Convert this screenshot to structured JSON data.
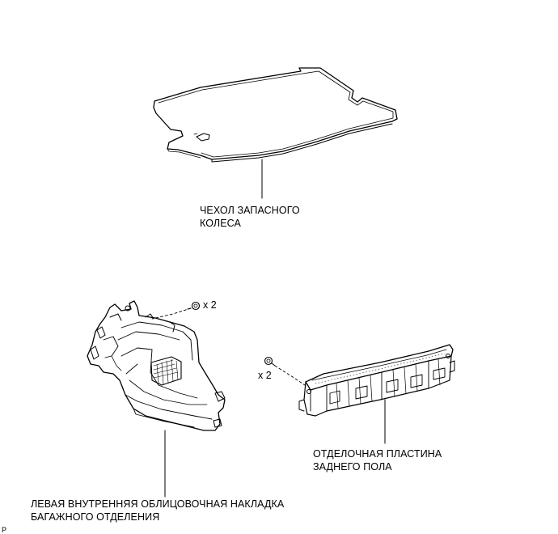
{
  "parts": {
    "spare_wheel_cover": {
      "line1": "ЧЕХОЛ ЗАПАСНОГО",
      "line2": "КОЛЕСА"
    },
    "left_luggage_trim": {
      "line1": "ЛЕВАЯ ВНУТРЕННЯЯ ОБЛИЦОВОЧНАЯ НАКЛАДКА",
      "line2": "БАГАЖНОГО ОТДЕЛЕНИЯ",
      "clip_qty": "x 2"
    },
    "rear_floor_plate": {
      "line1": "ОТДЕЛОЧНАЯ ПЛАСТИНА",
      "line2": "ЗАДНЕГО ПОЛА",
      "clip_qty": "x 2"
    }
  },
  "figure_code": "P"
}
